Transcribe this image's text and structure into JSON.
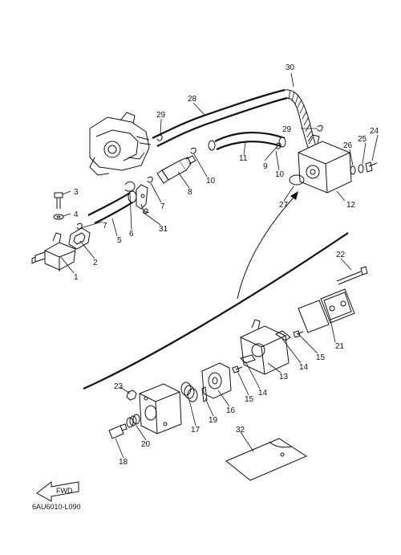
{
  "diagram": {
    "reference_code": "6AU6010-L090",
    "direction_label": "FWD",
    "callouts": [
      "1",
      "2",
      "3",
      "4",
      "5",
      "6",
      "7",
      "7",
      "8",
      "9",
      "10",
      "10",
      "11",
      "12",
      "13",
      "14",
      "14",
      "15",
      "15",
      "16",
      "17",
      "18",
      "19",
      "20",
      "21",
      "22",
      "23",
      "24",
      "25",
      "26",
      "27",
      "28",
      "29",
      "29",
      "30",
      "31",
      "32"
    ]
  },
  "icons": {
    "fwd_arrow": "fwd-arrow-icon"
  }
}
